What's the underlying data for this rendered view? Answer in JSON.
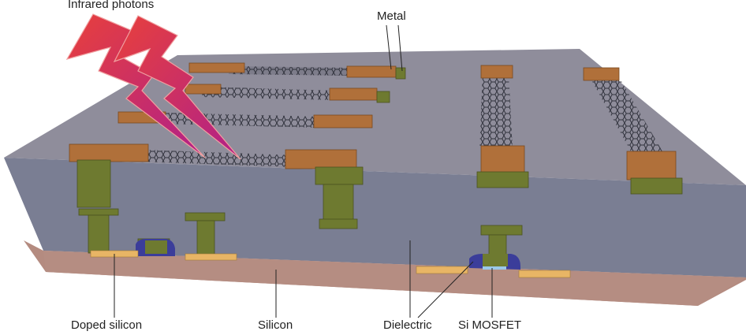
{
  "labels": {
    "infrared_photons": "Infrared photons",
    "metal": "Metal",
    "doped_silicon": "Doped silicon",
    "silicon": "Silicon",
    "dielectric": "Dielectric",
    "si_mosfet": "Si MOSFET"
  },
  "colors": {
    "dielectric_top": "#8d8b9a",
    "dielectric_front": "#7b7f94",
    "silicon": "#b58d82",
    "metal": "#b0703a",
    "via": "#6e7a30",
    "doped": "#e8b565",
    "gate_oxide": "#3b3d9a",
    "graphene": "#3a3d48",
    "photon": "#c4206a"
  }
}
